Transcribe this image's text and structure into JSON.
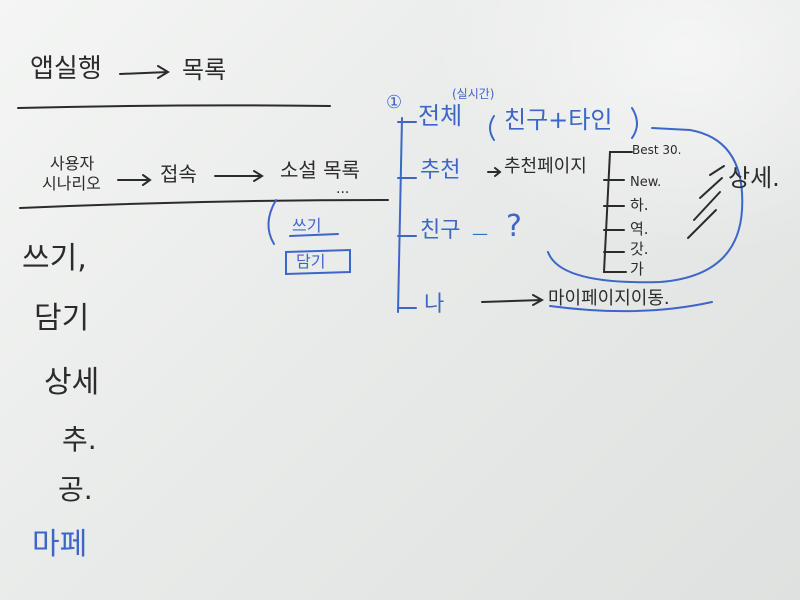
{
  "colors": {
    "black_ink": "#2b2b2b",
    "blue_ink": "#3d66c9",
    "board": "#e9ebea"
  },
  "top_flow": {
    "start": "앱실행",
    "end": "목록"
  },
  "scenario_flow": {
    "label_line1": "사용자",
    "label_line2": "시나리오",
    "step1": "접속",
    "step2": "소설 목록",
    "dots": "..."
  },
  "branch": {
    "write": "쓰기",
    "save": "담기"
  },
  "left_list": [
    "쓰기,",
    "담기",
    "상세",
    "추.",
    "공.",
    "마페"
  ],
  "tree": {
    "number": "①",
    "all": {
      "label": "전체",
      "note": "(실시간)",
      "detail": "친구+타인"
    },
    "recommend": {
      "label": "추천",
      "target": "추천페이지"
    },
    "friend": {
      "label": "친구",
      "mark": "?"
    },
    "me": {
      "label": "나",
      "target": "마이페이지이동."
    }
  },
  "sort_list": [
    "Best 30.",
    "New.",
    "하.",
    "역.",
    "갓.",
    "가"
  ],
  "detail_label": "상세."
}
